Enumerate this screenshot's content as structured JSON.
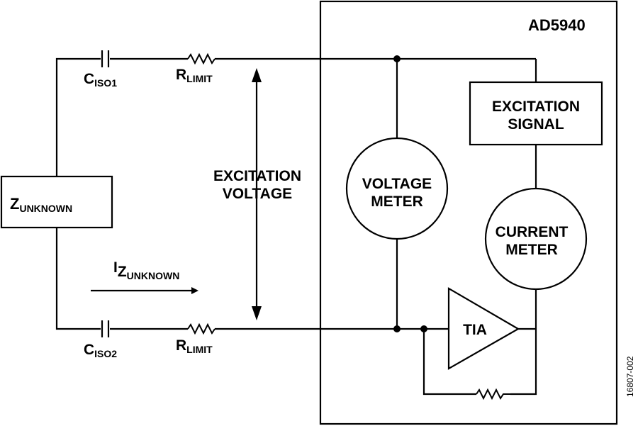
{
  "chip": {
    "name": "AD5940"
  },
  "components": {
    "z_unknown": {
      "main": "Z",
      "sub": "UNKNOWN"
    },
    "c_iso1": {
      "main": "C",
      "sub": "ISO1"
    },
    "c_iso2": {
      "main": "C",
      "sub": "ISO2"
    },
    "r_limit_top": {
      "main": "R",
      "sub": "LIMIT"
    },
    "r_limit_bottom": {
      "main": "R",
      "sub": "LIMIT"
    },
    "excitation_signal": {
      "line1": "EXCITATION",
      "line2": "SIGNAL"
    },
    "voltage_meter": {
      "line1": "VOLTAGE",
      "line2": "METER"
    },
    "current_meter": {
      "line1": "CURRENT",
      "line2": "METER"
    },
    "tia": {
      "label": "TIA"
    }
  },
  "annotations": {
    "excitation_voltage": {
      "line1": "EXCITATION",
      "line2": "VOLTAGE"
    },
    "current": {
      "main": "I",
      "sub": "Z",
      "subsub": "UNKNOWN"
    }
  },
  "figure_id": "16807-002"
}
